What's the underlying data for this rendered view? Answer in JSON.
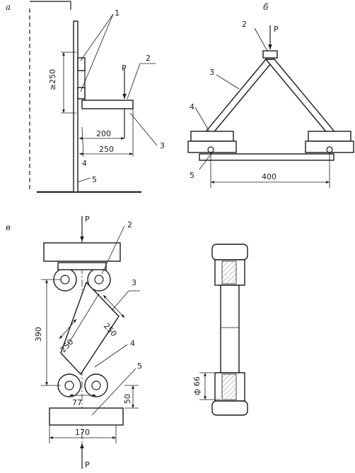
{
  "panel_a": {
    "letter": "а",
    "callouts": [
      "1",
      "2",
      "3",
      "4",
      "5"
    ],
    "load": "P",
    "dims": {
      "height": "≥250",
      "d1": "200",
      "d2": "250"
    }
  },
  "panel_b": {
    "letter": "б",
    "callouts": [
      "2",
      "3",
      "4",
      "5"
    ],
    "load": "P",
    "dims": {
      "span": "400"
    }
  },
  "panel_c": {
    "letter": "в",
    "callouts": [
      "2",
      "3",
      "4",
      "5"
    ],
    "load_top": "P",
    "load_bottom": "P",
    "dims": {
      "height": "390",
      "arm1": "250",
      "arm2": "250",
      "gap": "77",
      "h50": "50",
      "width": "170"
    }
  },
  "panel_d": {
    "dims": {
      "diameter": "ф 66"
    }
  }
}
